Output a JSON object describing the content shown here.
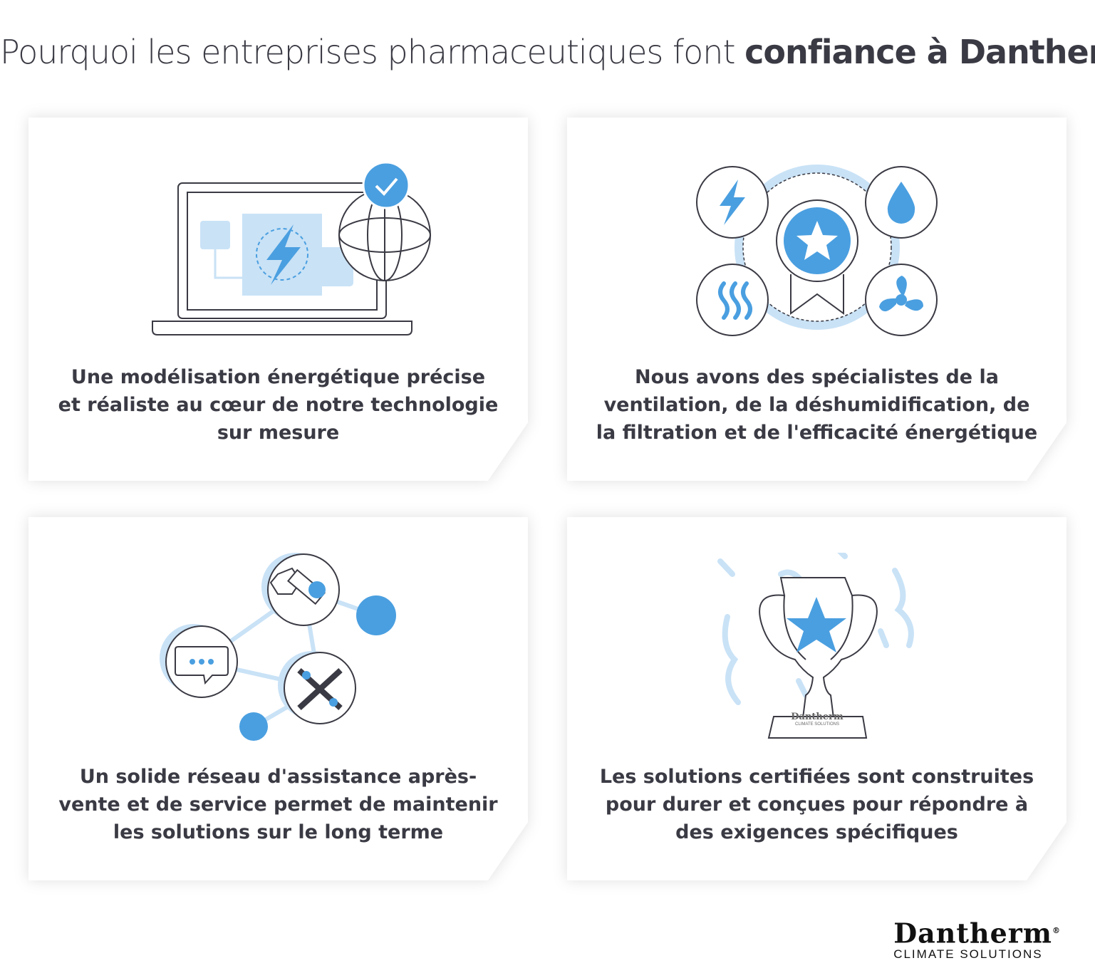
{
  "title": {
    "regular": "Pourquoi les entreprises pharmaceutiques font ",
    "bold": "confiance à Dantherm"
  },
  "cards": [
    {
      "text": "Une modélisation énergétique précise et réaliste au cœur de notre technologie sur mesure"
    },
    {
      "text": "Nous avons des spécialistes de la ventilation, de la déshumidification, de la filtration et de l'efficacité énergétique"
    },
    {
      "text": "Un solide réseau d'assistance après-vente et de service permet de maintenir les solutions sur le long terme"
    },
    {
      "text": "Les solutions certifiées sont construites pour durer et conçues pour répondre à des exigences spécifiques"
    }
  ],
  "trophy_label": {
    "name": "Dantherm",
    "sub": "CLIMATE SOLUTIONS"
  },
  "logo": {
    "name": "Dantherm",
    "registered": "®",
    "sub": "CLIMATE SOLUTIONS"
  },
  "colors": {
    "accent": "#4a9fe0",
    "light": "#c9e2f6",
    "text": "#3a3a44"
  }
}
